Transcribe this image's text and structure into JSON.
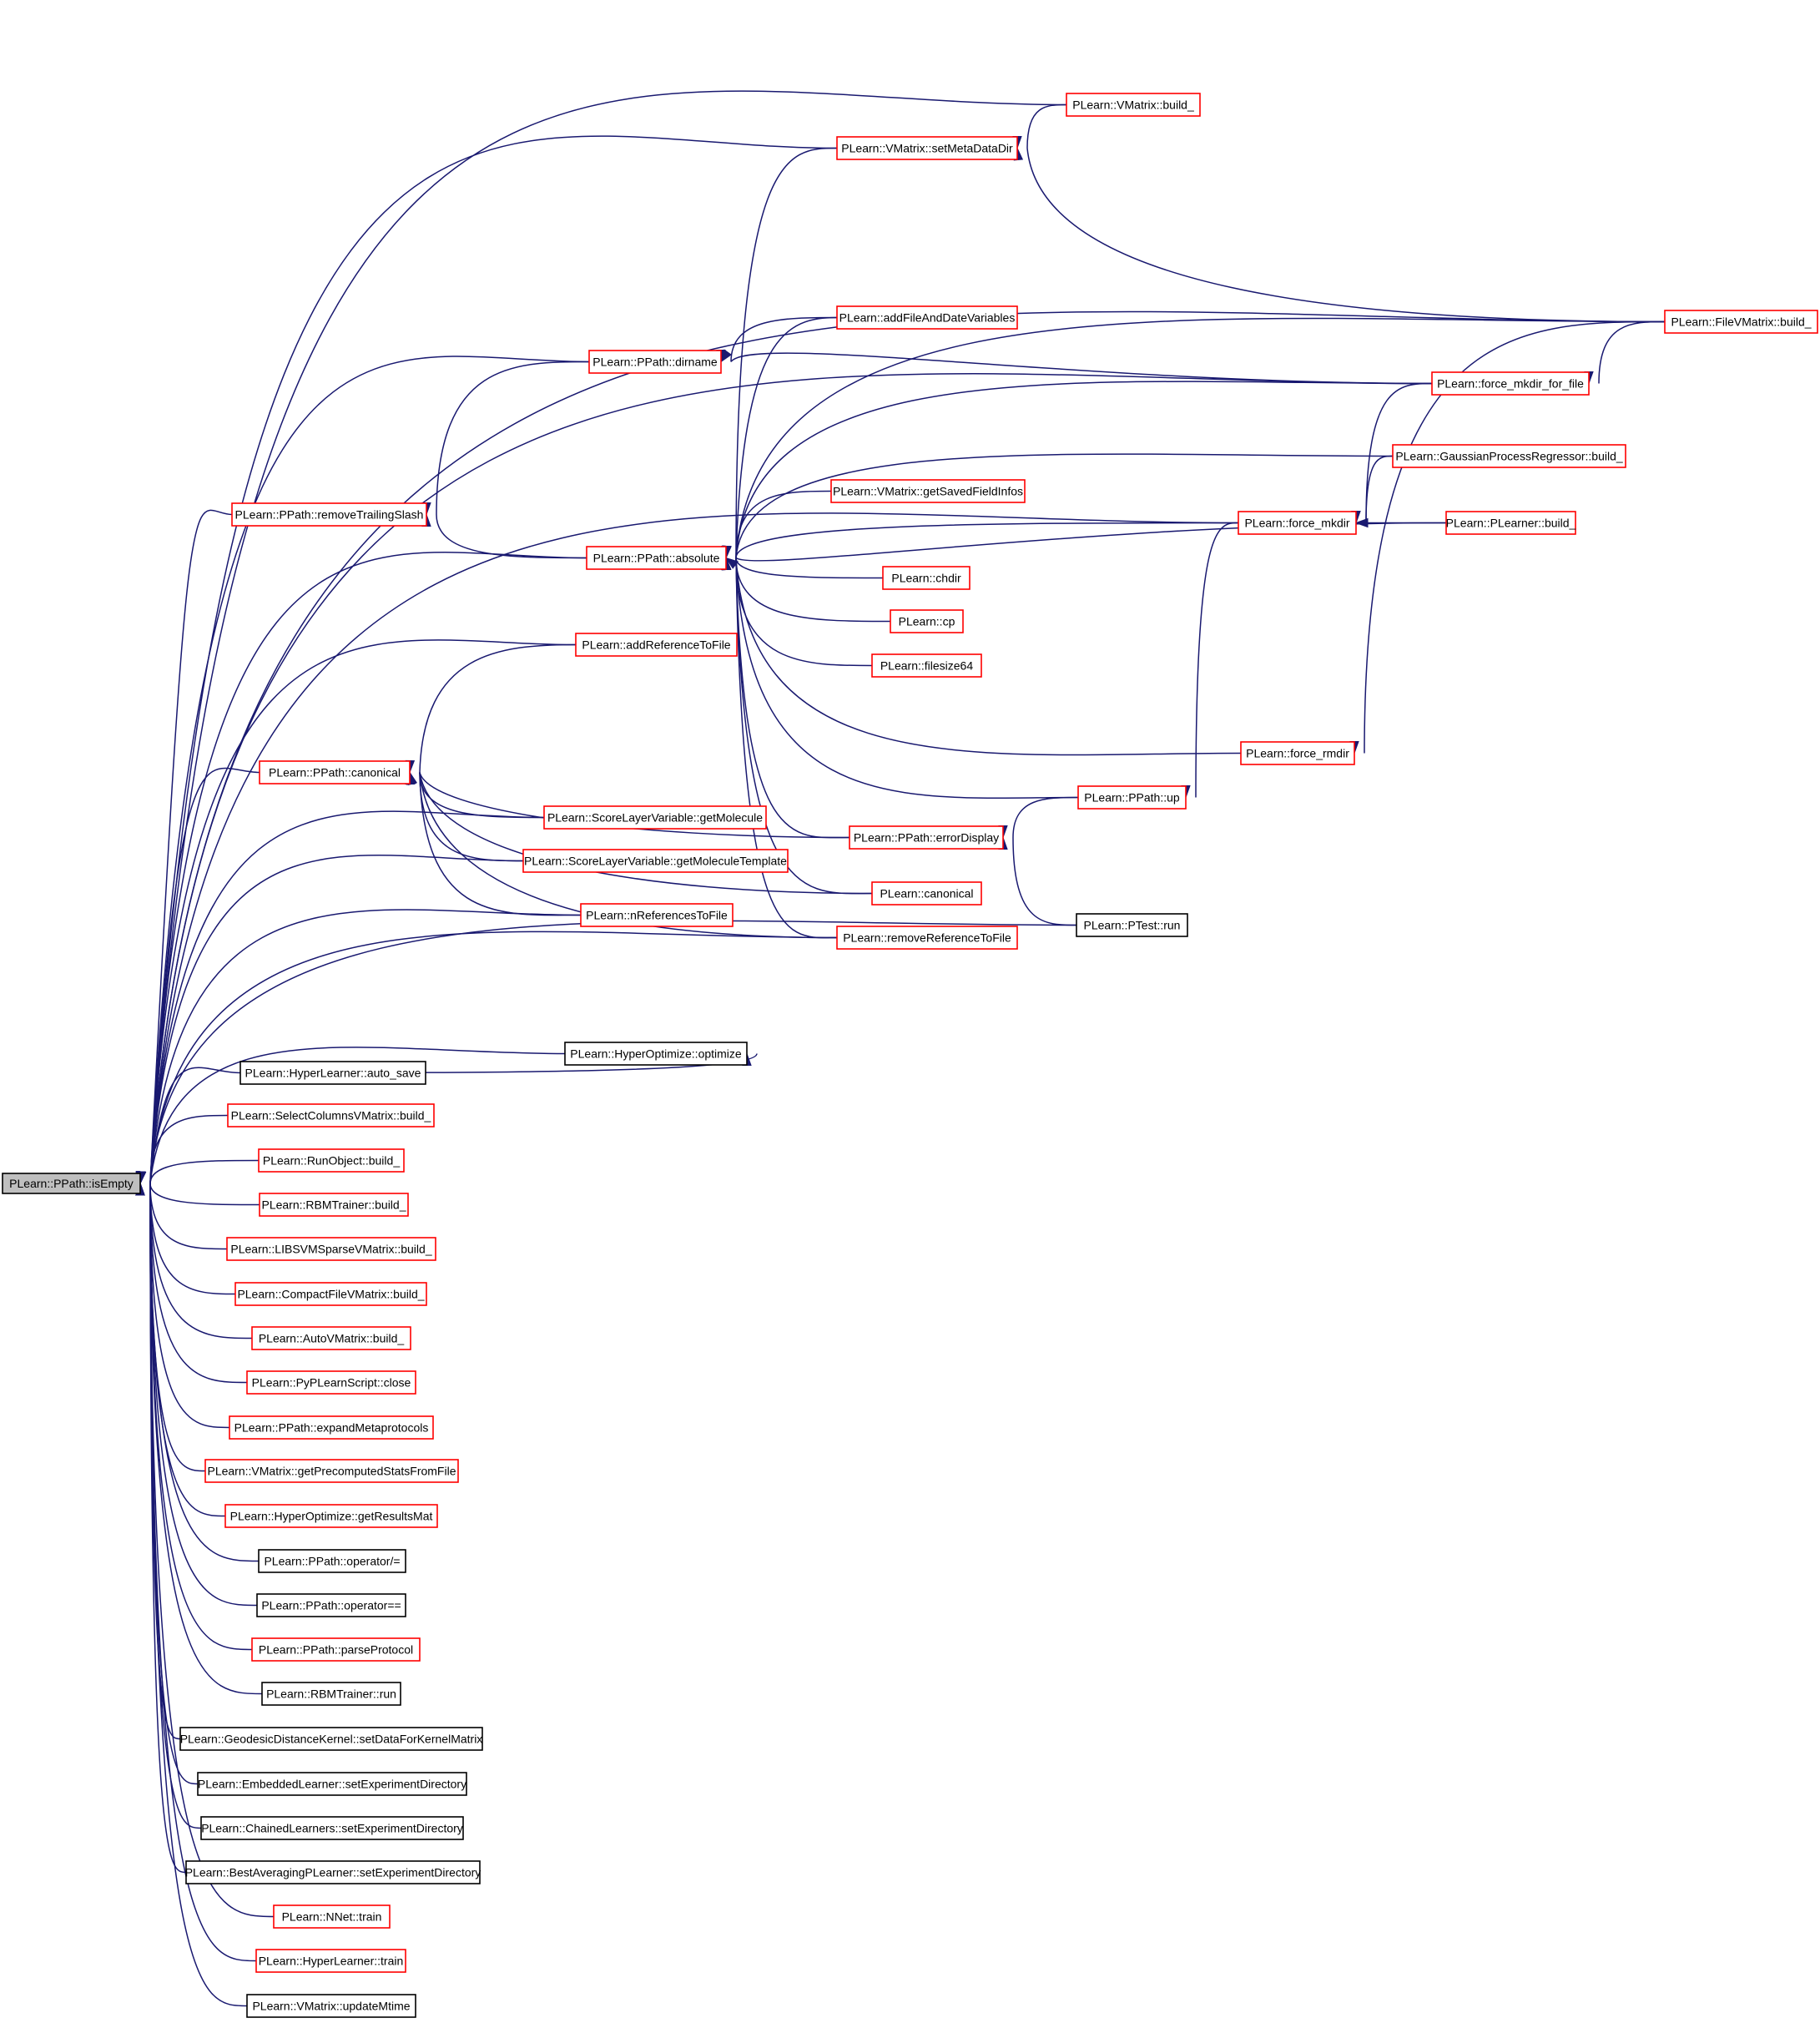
{
  "colors": {
    "edge": "#191970",
    "link_border": "#ff0000",
    "plain_border": "#000000",
    "root_fill": "#bfbfbf"
  },
  "nodes": [
    {
      "id": "isEmpty",
      "label": "PLearn::PPath::isEmpty",
      "style": "root"
    },
    {
      "id": "vm_build",
      "label": "PLearn::VMatrix::build_",
      "style": "red"
    },
    {
      "id": "setMeta",
      "label": "PLearn::VMatrix::setMetaDataDir",
      "style": "red"
    },
    {
      "id": "fvm_build",
      "label": "PLearn::FileVMatrix::build_",
      "style": "red"
    },
    {
      "id": "addFile",
      "label": "PLearn::addFileAndDateVariables",
      "style": "red"
    },
    {
      "id": "dirname",
      "label": "PLearn::PPath::dirname",
      "style": "red"
    },
    {
      "id": "mkdir_ff",
      "label": "PLearn::force_mkdir_for_file",
      "style": "red"
    },
    {
      "id": "gpr",
      "label": "PLearn::GaussianProcessRegressor::build_",
      "style": "red"
    },
    {
      "id": "getSaved",
      "label": "PLearn::VMatrix::getSavedFieldInfos",
      "style": "red"
    },
    {
      "id": "removeTS",
      "label": "PLearn::PPath::removeTrailingSlash",
      "style": "red"
    },
    {
      "id": "force_mkdir",
      "label": "PLearn::force_mkdir",
      "style": "red"
    },
    {
      "id": "plearner",
      "label": "PLearn::PLearner::build_",
      "style": "red"
    },
    {
      "id": "absolute",
      "label": "PLearn::PPath::absolute",
      "style": "red"
    },
    {
      "id": "chdir",
      "label": "PLearn::chdir",
      "style": "red"
    },
    {
      "id": "cp",
      "label": "PLearn::cp",
      "style": "red"
    },
    {
      "id": "addRef",
      "label": "PLearn::addReferenceToFile",
      "style": "red"
    },
    {
      "id": "filesize",
      "label": "PLearn::filesize64",
      "style": "red"
    },
    {
      "id": "canonical",
      "label": "PLearn::PPath::canonical",
      "style": "red"
    },
    {
      "id": "force_rmdir",
      "label": "PLearn::force_rmdir",
      "style": "red"
    },
    {
      "id": "up",
      "label": "PLearn::PPath::up",
      "style": "red"
    },
    {
      "id": "getMol",
      "label": "PLearn::ScoreLayerVariable::getMolecule",
      "style": "red"
    },
    {
      "id": "errDisp",
      "label": "PLearn::PPath::errorDisplay",
      "style": "red"
    },
    {
      "id": "getMolT",
      "label": "PLearn::ScoreLayerVariable::getMoleculeTemplate",
      "style": "red"
    },
    {
      "id": "canon2",
      "label": "PLearn::canonical",
      "style": "red"
    },
    {
      "id": "nRefs",
      "label": "PLearn::nReferencesToFile",
      "style": "red"
    },
    {
      "id": "ptest",
      "label": "PLearn::PTest::run",
      "style": "black"
    },
    {
      "id": "removeRef",
      "label": "PLearn::removeReferenceToFile",
      "style": "red"
    },
    {
      "id": "hoOpt",
      "label": "PLearn::HyperOptimize::optimize",
      "style": "black"
    },
    {
      "id": "autoSave",
      "label": "PLearn::HyperLearner::auto_save",
      "style": "black"
    },
    {
      "id": "selCols",
      "label": "PLearn::SelectColumnsVMatrix::build_",
      "style": "red"
    },
    {
      "id": "runObj",
      "label": "PLearn::RunObject::build_",
      "style": "red"
    },
    {
      "id": "rbmBuild",
      "label": "PLearn::RBMTrainer::build_",
      "style": "red"
    },
    {
      "id": "libsvm",
      "label": "PLearn::LIBSVMSparseVMatrix::build_",
      "style": "red"
    },
    {
      "id": "compact",
      "label": "PLearn::CompactFileVMatrix::build_",
      "style": "red"
    },
    {
      "id": "autoVM",
      "label": "PLearn::AutoVMatrix::build_",
      "style": "red"
    },
    {
      "id": "pyClose",
      "label": "PLearn::PyPLearnScript::close",
      "style": "red"
    },
    {
      "id": "expand",
      "label": "PLearn::PPath::expandMetaprotocols",
      "style": "red"
    },
    {
      "id": "getPrec",
      "label": "PLearn::VMatrix::getPrecomputedStatsFromFile",
      "style": "red"
    },
    {
      "id": "getRes",
      "label": "PLearn::HyperOptimize::getResultsMat",
      "style": "red"
    },
    {
      "id": "opDiv",
      "label": "PLearn::PPath::operator/=",
      "style": "black"
    },
    {
      "id": "opEq",
      "label": "PLearn::PPath::operator==",
      "style": "black"
    },
    {
      "id": "parseProt",
      "label": "PLearn::PPath::parseProtocol",
      "style": "red"
    },
    {
      "id": "rbmRun",
      "label": "PLearn::RBMTrainer::run",
      "style": "black"
    },
    {
      "id": "geodesic",
      "label": "PLearn::GeodesicDistanceKernel::setDataForKernelMatrix",
      "style": "black"
    },
    {
      "id": "embedded",
      "label": "PLearn::EmbeddedLearner::setExperimentDirectory",
      "style": "black"
    },
    {
      "id": "chained",
      "label": "PLearn::ChainedLearners::setExperimentDirectory",
      "style": "black"
    },
    {
      "id": "bestAvg",
      "label": "PLearn::BestAveragingPLearner::setExperimentDirectory",
      "style": "black"
    },
    {
      "id": "nnet",
      "label": "PLearn::NNet::train",
      "style": "red"
    },
    {
      "id": "hlTrain",
      "label": "PLearn::HyperLearner::train",
      "style": "red"
    },
    {
      "id": "updMtime",
      "label": "PLearn::VMatrix::updateMtime",
      "style": "black"
    }
  ]
}
